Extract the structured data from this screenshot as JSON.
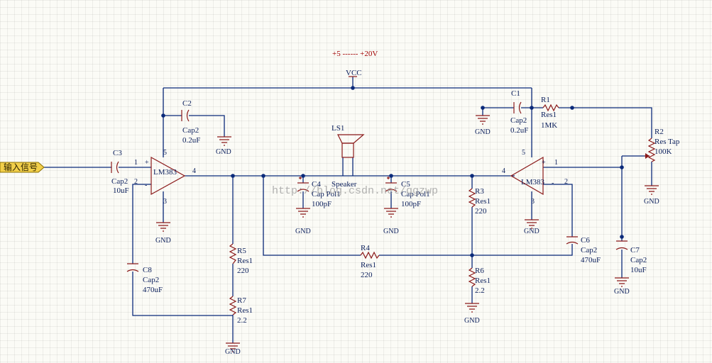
{
  "supply": {
    "range": "+5  ------ +20V",
    "vcc": "VCC"
  },
  "input_port": "输入信号",
  "watermark": "http://blog.csdn.net/qgzwp",
  "gnd_label": "GND",
  "amplifiers": [
    {
      "name": "LM383",
      "pins": {
        "plus_sign": "+",
        "minus_sign": "-",
        "in_plus": "1",
        "in_minus": "2",
        "vcc": "5",
        "gnd": "3",
        "out": "4"
      }
    },
    {
      "name": "LM383",
      "pins": {
        "plus_sign": "+",
        "minus_sign": "-",
        "in_plus": "1",
        "in_minus": "2",
        "vcc": "5",
        "gnd": "3",
        "out": "4"
      }
    }
  ],
  "components": {
    "C1": {
      "ref": "C1",
      "type": "Cap2",
      "value": "0.2uF"
    },
    "C2": {
      "ref": "C2",
      "type": "Cap2",
      "value": "0.2uF"
    },
    "C3": {
      "ref": "C3",
      "type": "Cap2",
      "value": "10uF"
    },
    "C4": {
      "ref": "C4",
      "type": "Cap Pol1",
      "value": "100pF"
    },
    "C5": {
      "ref": "C5",
      "type": "Cap Pol1",
      "value": "100pF"
    },
    "C6": {
      "ref": "C6",
      "type": "Cap2",
      "value": "470uF"
    },
    "C7": {
      "ref": "C7",
      "type": "Cap2",
      "value": "10uF"
    },
    "C8": {
      "ref": "C8",
      "type": "Cap2",
      "value": "470uF"
    },
    "R1": {
      "ref": "R1",
      "type": "Res1",
      "value": "1MK"
    },
    "R2": {
      "ref": "R2",
      "type": "Res Tap",
      "value": "100K"
    },
    "R3": {
      "ref": "R3",
      "type": "Res1",
      "value": "220"
    },
    "R4": {
      "ref": "R4",
      "type": "Res1",
      "value": "220"
    },
    "R5": {
      "ref": "R5",
      "type": "Res1",
      "value": "220"
    },
    "R6": {
      "ref": "R6",
      "type": "Res1",
      "value": "2.2"
    },
    "R7": {
      "ref": "R7",
      "type": "Res1",
      "value": "2.2"
    },
    "LS1": {
      "ref": "LS1",
      "type": "Speaker"
    }
  }
}
